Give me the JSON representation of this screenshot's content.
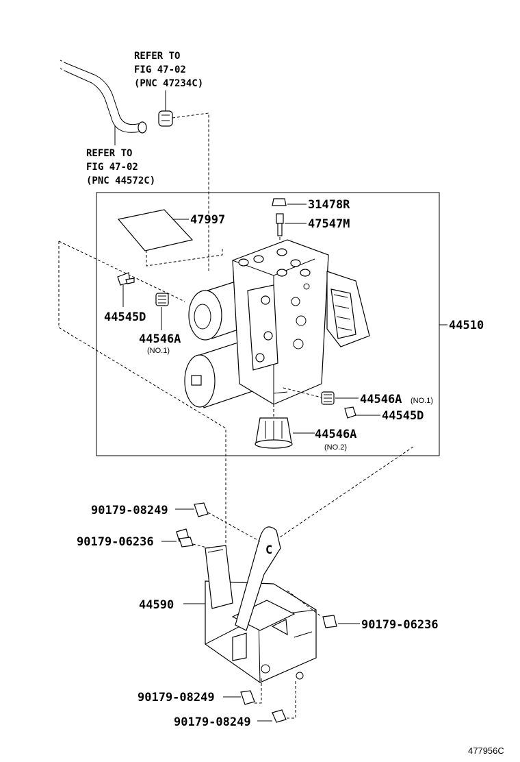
{
  "refs": {
    "top": {
      "line1": "REFER TO",
      "line2": "FIG 47-02",
      "line3": "(PNC 47234C)"
    },
    "hose": {
      "line1": "REFER TO",
      "line2": "FIG 47-02",
      "line3": "(PNC 44572C)"
    }
  },
  "parts": {
    "p31478R": "31478R",
    "p47547M": "47547M",
    "p47997": "47997",
    "p44545D_left": "44545D",
    "p44546A_left": "44546A",
    "p44546A_left_sub": "(NO.1)",
    "p44510": "44510",
    "p44546A_right": "44546A",
    "p44546A_right_sub": "(NO.1)",
    "p44545D_right": "44545D",
    "p44546A_bottom": "44546A",
    "p44546A_bottom_sub": "(NO.2)",
    "bolt_08249_a": "90179-08249",
    "bolt_06236_a": "90179-06236",
    "p44590": "44590",
    "bolt_06236_b": "90179-06236",
    "bolt_08249_b": "90179-08249",
    "bolt_08249_c": "90179-08249"
  },
  "figure_number": "477956C"
}
